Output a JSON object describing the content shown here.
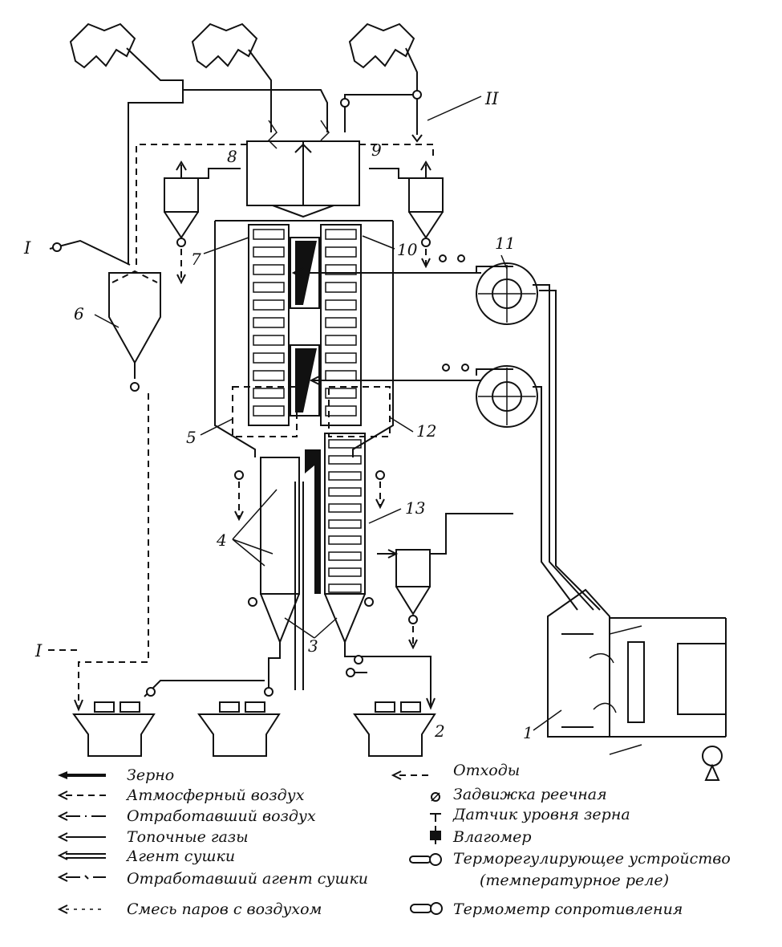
{
  "labels": {
    "n1": "1",
    "n2": "2",
    "n3": "3",
    "n4": "4",
    "n5": "5",
    "n6": "6",
    "n7": "7",
    "n8": "8",
    "n9": "9",
    "n10": "10",
    "n11": "11",
    "n12": "12",
    "n13": "13",
    "r1_left": "I",
    "r1_bottom": "I",
    "r2": "II"
  },
  "legend_left": [
    {
      "key": "grain",
      "text": "Зерно"
    },
    {
      "key": "atm_air",
      "text": "Атмосферный воздух"
    },
    {
      "key": "spent_air",
      "text": "Отработавший воздух"
    },
    {
      "key": "furnace_gas",
      "text": "Топочные газы"
    },
    {
      "key": "drying_agent",
      "text": "Агент сушки"
    },
    {
      "key": "spent_agent",
      "text": "Отработавший агент сушки"
    },
    {
      "key": "vapor_mix",
      "text": "Смесь паров с воздухом"
    }
  ],
  "legend_right": [
    {
      "key": "waste",
      "text": "Отходы"
    },
    {
      "key": "gate",
      "text": "Задвижка реечная"
    },
    {
      "key": "level_sensor",
      "text": "Датчик уровня зерна"
    },
    {
      "key": "moisture_meter",
      "text": "Влагомер"
    },
    {
      "key": "thermoregulator",
      "text": "Терморегулирующее устройство"
    },
    {
      "key": "thermoregulator_note",
      "text": "(температурное реле)"
    },
    {
      "key": "resistance_thermometer",
      "text": "Термометр сопротивления"
    }
  ]
}
